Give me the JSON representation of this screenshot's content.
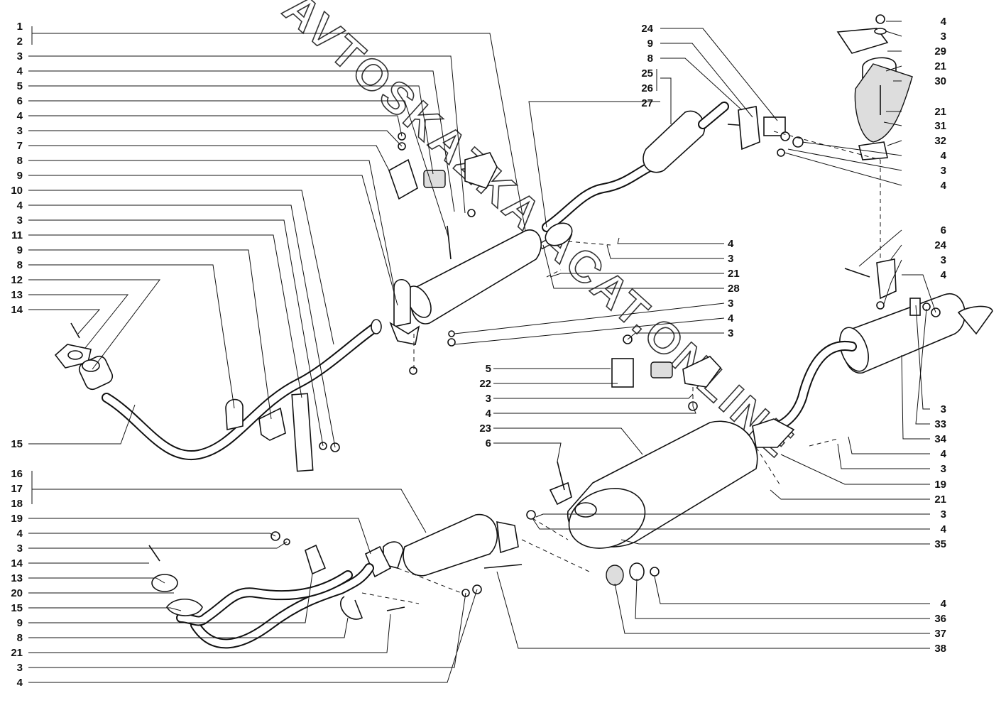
{
  "watermark": "AVTOSKAZKA.ACAT.ONLINE",
  "colors": {
    "ink": "#111111",
    "background": "#ffffff",
    "shade": "#dddddd"
  },
  "left_callouts": [
    "1",
    "2",
    "3",
    "4",
    "5",
    "6",
    "4",
    "3",
    "7",
    "8",
    "9",
    "10",
    "4",
    "3",
    "11",
    "9",
    "8",
    "12",
    "13",
    "14",
    "15",
    "16",
    "17",
    "18",
    "19",
    "4",
    "3",
    "14",
    "13",
    "20",
    "15",
    "9",
    "8",
    "21",
    "3",
    "4"
  ],
  "mid_callouts_left": [
    "5",
    "22",
    "3",
    "4",
    "23",
    "6"
  ],
  "mid_callouts_top": [
    "24",
    "9",
    "8",
    "25",
    "26",
    "27"
  ],
  "mid_callouts_right": [
    "4",
    "3",
    "21",
    "28",
    "3",
    "4",
    "3"
  ],
  "right_callouts": [
    "4",
    "3",
    "29",
    "21",
    "30",
    "21",
    "31",
    "32",
    "4",
    "3",
    "4",
    "6",
    "24",
    "3",
    "4",
    "3",
    "33",
    "34",
    "4",
    "3",
    "19",
    "21",
    "3",
    "4",
    "35",
    "4",
    "36",
    "37",
    "38"
  ]
}
